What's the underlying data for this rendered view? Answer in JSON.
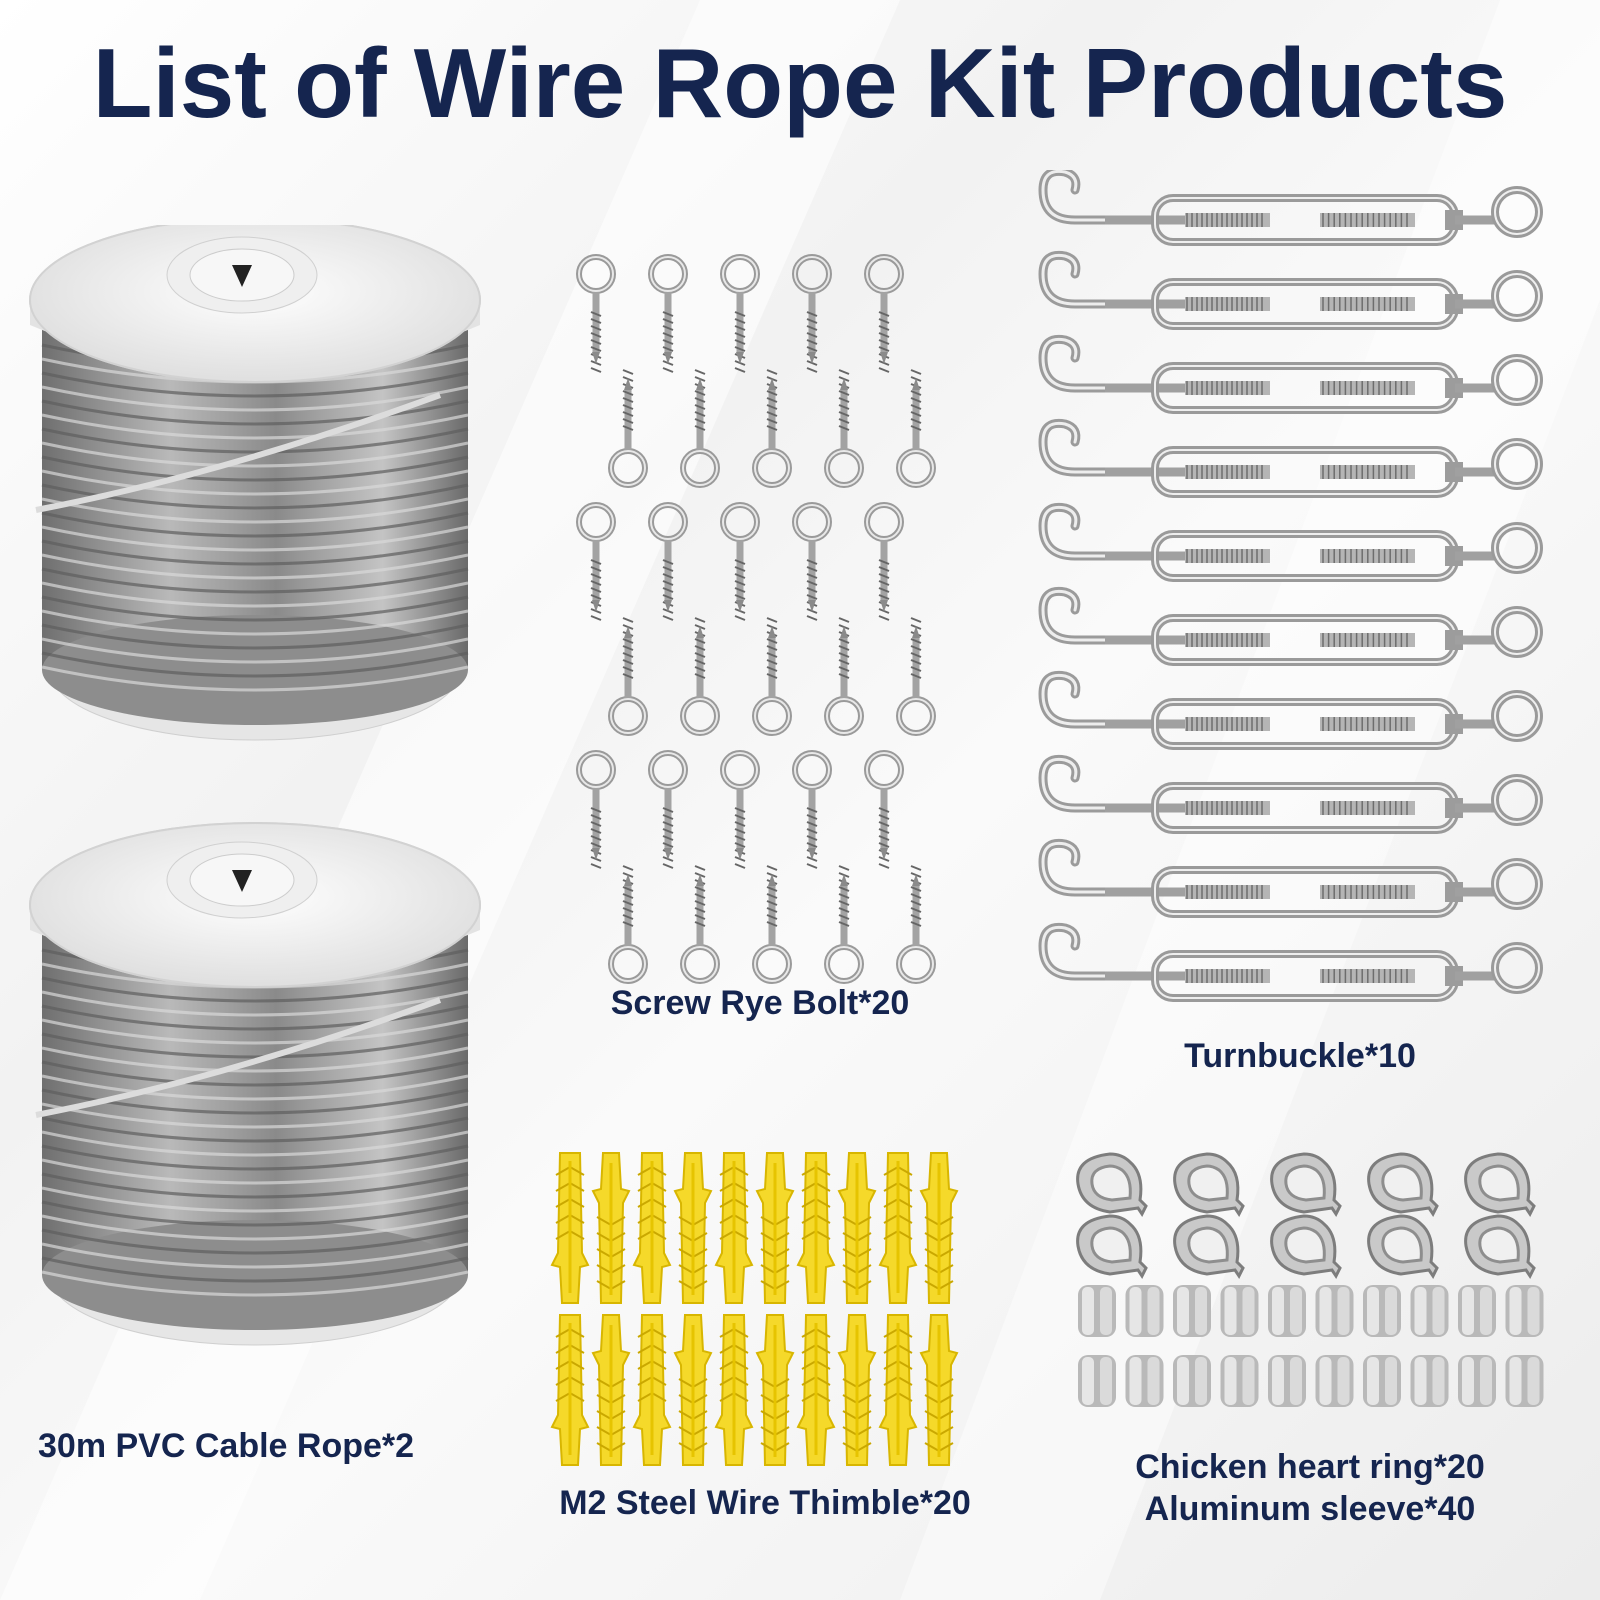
{
  "page": {
    "title": "List of Wire Rope Kit Products",
    "title_color": "#15254f",
    "background": "#f4f4f4"
  },
  "products": {
    "cable_rope": {
      "label": "30m PVC Cable Rope*2",
      "quantity": 2,
      "icon": "cable-spool-icon"
    },
    "screw_eye_bolt": {
      "label": "Screw Rye Bolt*20",
      "quantity": 20,
      "icon": "screw-eye-bolt-icon"
    },
    "turnbuckle": {
      "label": "Turnbuckle*10",
      "quantity": 10,
      "icon": "turnbuckle-icon"
    },
    "plastic_anchor": {
      "label": "M2 Steel Wire Thimble*20",
      "quantity": 20,
      "icon": "plastic-anchor-icon",
      "color": "#f5d92a"
    },
    "thimble_sleeve": {
      "label_line1": "Chicken heart ring*20",
      "label_line2": "Aluminum sleeve*40",
      "thimble_quantity": 20,
      "sleeve_quantity": 40,
      "icon": "thimble-icon"
    }
  }
}
